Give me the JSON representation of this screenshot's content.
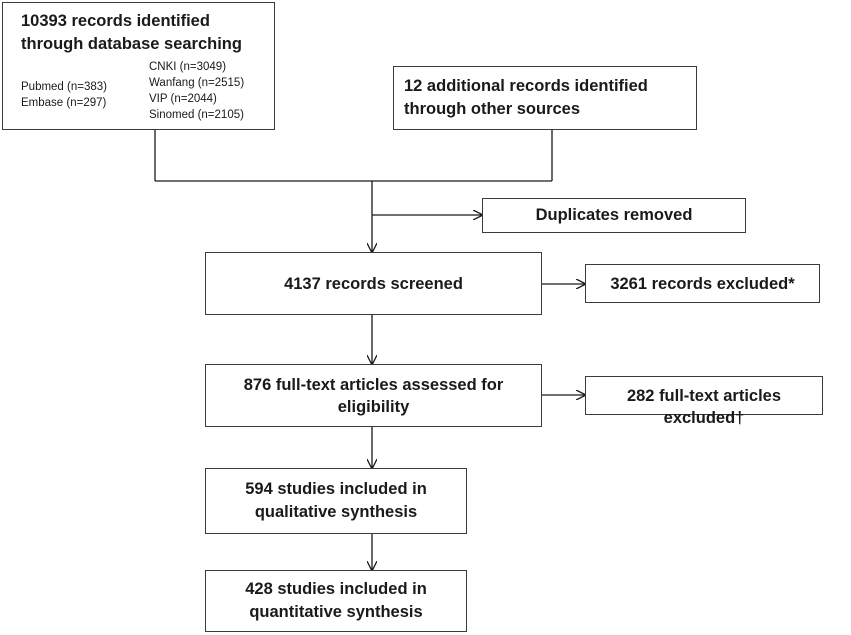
{
  "identification": {
    "db_count": "10393",
    "db_text": "records identified",
    "db_text2": "through database searching",
    "sources_left": [
      "Pubmed (n=383)",
      "Embase (n=297)"
    ],
    "sources_right": [
      "CNKI (n=3049)",
      "Wanfang (n=2515)",
      "VIP (n=2044)",
      "Sinomed (n=2105)"
    ],
    "other_line1": "12 additional records identified",
    "other_line2": "through other sources"
  },
  "duplicates": "Duplicates removed",
  "screened": "4137 records screened",
  "excluded_screen": "3261 records excluded*",
  "eligibility": {
    "line1": "876 full-text articles assessed for",
    "line2": "eligibility"
  },
  "excluded_fulltext": "282 full-text articles excluded†",
  "qualitative": {
    "line1": "594  studies included in",
    "line2": "qualitative synthesis"
  },
  "quantitative": {
    "line1": "428 studies included in",
    "line2": "quantitative synthesis"
  }
}
